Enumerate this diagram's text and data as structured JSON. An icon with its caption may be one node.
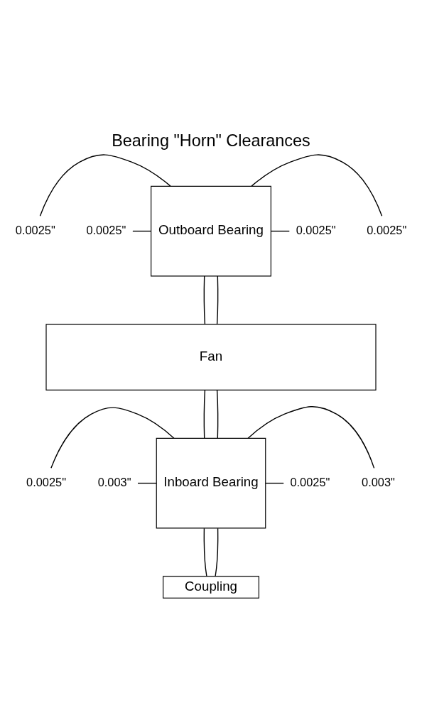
{
  "diagram": {
    "title": "Bearing \"Horn\" Clearances",
    "nodes": [
      {
        "text": [
          "0.0025\""
        ]
      },
      {
        "text": [
          "Outboard Bearing"
        ]
      },
      {
        "text": [
          "0.0025\""
        ]
      },
      {
        "text": [
          "0.0025\""
        ]
      },
      {
        "text": [
          "0.0025\""
        ]
      },
      {
        "text": [
          "Fan"
        ]
      },
      {
        "text": [
          "0.0025\""
        ]
      },
      {
        "text": [
          "Inboard Bearing"
        ]
      },
      {
        "text": [
          "0.003\""
        ]
      },
      {
        "text": [
          "0.003\""
        ]
      },
      {
        "text": [
          "0.0025\""
        ]
      },
      {
        "text": [
          "Coupling"
        ]
      }
    ],
    "edges": [
      {
        "from": 0,
        "to": 1,
        "arrow": "none"
      },
      {
        "from": 1,
        "to": 2,
        "arrow": "none"
      },
      {
        "from": 3,
        "to": 1,
        "arrow": "none"
      },
      {
        "from": 1,
        "to": 4,
        "arrow": "none"
      },
      {
        "from": 1,
        "to": 5,
        "arrow": "none"
      },
      {
        "from": 1,
        "to": 5,
        "arrow": "none"
      },
      {
        "from": 5,
        "to": 7,
        "arrow": "none"
      },
      {
        "from": 5,
        "to": 7,
        "arrow": "none"
      },
      {
        "from": 6,
        "to": 7,
        "arrow": "none"
      },
      {
        "from": 7,
        "to": 8,
        "arrow": "none"
      },
      {
        "from": 9,
        "to": 7,
        "arrow": "none"
      },
      {
        "from": 7,
        "to": 10,
        "arrow": "none"
      },
      {
        "from": 7,
        "to": 11,
        "arrow": "none"
      },
      {
        "from": 7,
        "to": 11,
        "arrow": "none"
      }
    ]
  }
}
